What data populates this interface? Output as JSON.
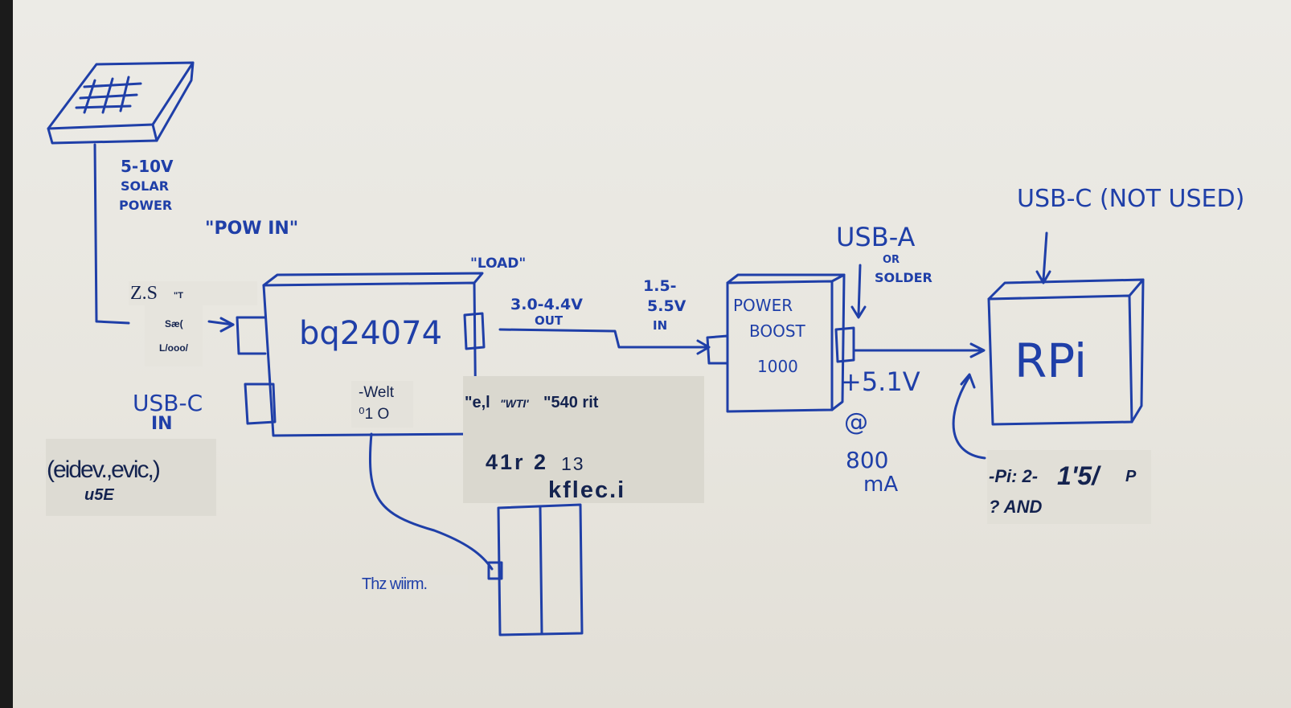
{
  "labels": {
    "solar": [
      "5-10V",
      "SOLAR",
      "POWER"
    ],
    "pow_in": "\"POW IN\"",
    "load": "\"LOAD\"",
    "bq": "bq24074",
    "out_voltage": [
      "3.0-4.4V",
      "OUT"
    ],
    "boost_in": [
      "1.5-",
      "5.5V",
      "IN"
    ],
    "powerboost": [
      "POWER",
      "BOOST",
      "1000"
    ],
    "usba": [
      "USB-A",
      "OR",
      "SOLDER"
    ],
    "usbc_top": "USB-C (NOT USED)",
    "rpi": "RPi",
    "output": [
      "+5.1V",
      "@",
      "800",
      "mA"
    ],
    "usbc_in": [
      "USB-C",
      "IN"
    ]
  },
  "ocr_overlays": {
    "a1": "Z.S",
    "a2": "\"T",
    "a3": "Sæ(",
    "a4": "L/ooo/",
    "b1": "(eidev.,evic,)",
    "b2": "u5E",
    "c1": "-Welt",
    "c2": "⁰1 O",
    "d1": "\"e,l",
    "d2": "\"WTI'",
    "d3": "\"540 rit",
    "d4": "41r 2",
    "d5": "13",
    "d6": "kflec.i",
    "e1": "-Pi: 2-",
    "e2": "1'5/",
    "e3": "P",
    "e4": "? AND",
    "f1": "Thz wiirm."
  },
  "colors": {
    "ink": "#1f3fa8",
    "paper": "#e9e7e1",
    "ocr_text": "#14234f"
  }
}
